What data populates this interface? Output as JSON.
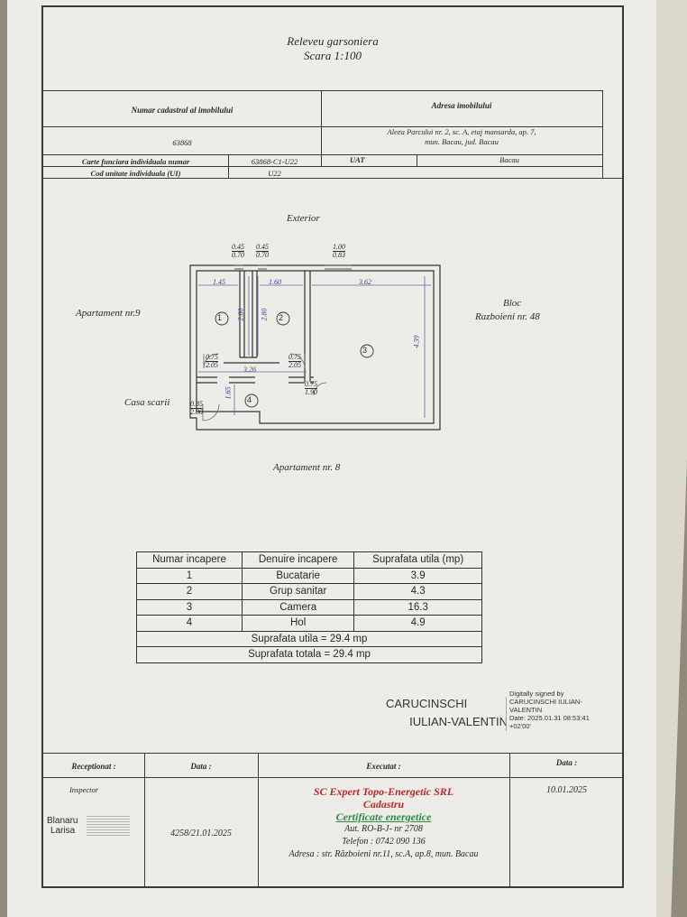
{
  "doc": {
    "title": "Releveu garsoniera",
    "scale": "Scara 1:100"
  },
  "header": {
    "cadastral_label": "Numar cadastral al imobilului",
    "cadastral_value": "63868",
    "address_label": "Adresa imobilului",
    "address_line1": "Aleea Parcului nr. 2, sc. A, etaj mansarda, ap. 7,",
    "address_line2": "mun. Bacau, jud. Bacau",
    "cf_label": "Carte funciara individuala numar",
    "cf_value": "63868-C1-U22",
    "uat_label": "UAT",
    "uat_value": "Bacau",
    "ui_label": "Cod unitate individuala (UI)",
    "ui_value": "U22"
  },
  "plan": {
    "exterior": "Exterior",
    "left_neighbor": "Apartament nr.9",
    "right_neighbor_line1": "Bloc",
    "right_neighbor_line2": "Razboieni nr. 48",
    "stair": "Casa scarii",
    "bottom_neighbor": "Apartament nr. 8",
    "rooms": [
      "1",
      "2",
      "3",
      "4"
    ],
    "win1": [
      "0.45",
      "0.70"
    ],
    "win2": [
      "0.45",
      "0.70"
    ],
    "win3": [
      "1.00",
      "0.83"
    ],
    "dim_145": "1.45",
    "dim_160": "1.60",
    "dim_362": "3.62",
    "dim_280a": "2.80",
    "dim_280b": "2.80",
    "dim_439": "4.39",
    "dim_326": "3.26",
    "dim_165": "1.65",
    "door1": [
      "0.75",
      "2.05"
    ],
    "door2": [
      "0.75",
      "2.05"
    ],
    "door3": [
      "0.75",
      "1.90"
    ],
    "door4": [
      "0.85",
      "2.00"
    ]
  },
  "table": {
    "headers": [
      "Numar incapere",
      "Denuire incapere",
      "Suprafata utila (mp)"
    ],
    "rows": [
      [
        "1",
        "Bucatarie",
        "3.9"
      ],
      [
        "2",
        "Grup sanitar",
        "4.3"
      ],
      [
        "3",
        "Camera",
        "16.3"
      ],
      [
        "4",
        "Hol",
        "4.9"
      ]
    ],
    "useful_total": "Suprafata utila = 29.4 mp",
    "total": "Suprafata totala = 29.4 mp"
  },
  "signature": {
    "name_line1": "CARUCINSCHI",
    "name_line2": "IULIAN-VALENTIN",
    "note1": "Digitally signed by",
    "note2": "CARUCINSCHI IULIAN-",
    "note3": "VALENTIN",
    "note4": "Date: 2025.01.31 08:53:41",
    "note5": "+02'00'"
  },
  "footer": {
    "received_label": "Receptionat :",
    "date_label1": "Data :",
    "executed_label": "Executat :",
    "date_label2": "Data :",
    "inspector": "Inspector",
    "inspector_name1": "Blanaru",
    "inspector_name2": "Larisa",
    "reg_number": "4258/21.01.2025",
    "company": "SC Expert Topo-Energetic SRL",
    "service1": "Cadastru",
    "service2": "Certificate energetice",
    "authorization": "Aut. RO-B-J- nr 2708",
    "phone": "Telefon : 0742 090 136",
    "address": "Adresa : str. Războieni nr.11, sc.A, ap.8, mun. Bacau",
    "exec_date": "10.01.2025"
  }
}
